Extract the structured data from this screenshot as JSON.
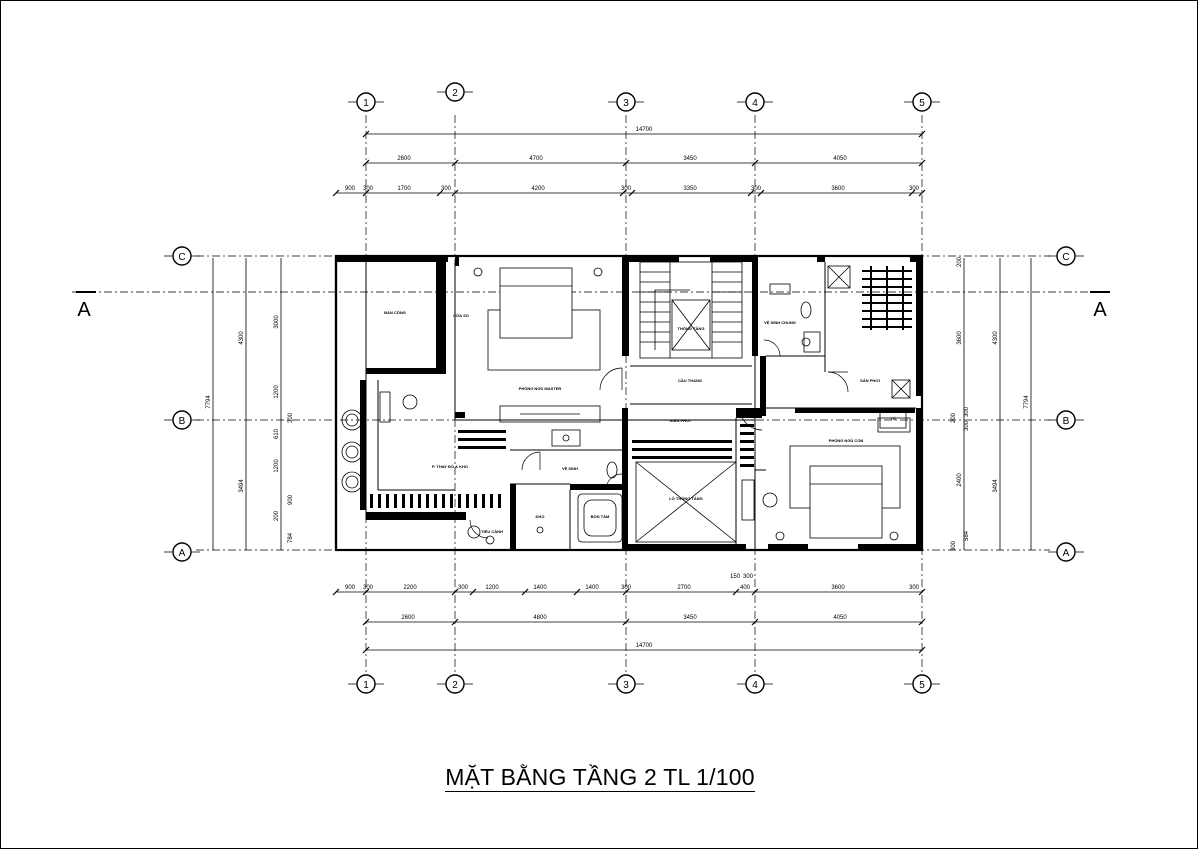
{
  "drawing": {
    "title": "MẶT BẰNG TẦNG 2 TL 1/100",
    "section_marks": [
      "A",
      "A"
    ],
    "axes_x": [
      "1",
      "2",
      "3",
      "4",
      "5"
    ],
    "axes_y": [
      "C",
      "B",
      "A"
    ],
    "dims_top": {
      "overall": "14700",
      "bays": [
        "2600",
        "4700",
        "3450",
        "4050"
      ],
      "details": [
        "900",
        "300",
        "1700",
        "300",
        "4200",
        "300",
        "3350",
        "300",
        "3600",
        "300"
      ]
    },
    "dims_bottom": {
      "overall": "14700",
      "bays": [
        "2600",
        "4800",
        "3450",
        "4050"
      ],
      "details": [
        "900",
        "300",
        "2200",
        "300",
        "1200",
        "1400",
        "1400",
        "300",
        "2700",
        "150",
        "300",
        "400",
        "3600",
        "300"
      ]
    },
    "dims_left": {
      "overall": "7794",
      "spans": [
        "4300",
        "3494"
      ],
      "details": [
        "3000",
        "1200",
        "300",
        "610",
        "1200",
        "900",
        "200",
        "784"
      ]
    },
    "dims_right": {
      "overall": "7794",
      "spans": [
        "4300",
        "3494"
      ],
      "details": [
        "200",
        "3600",
        "200",
        "300",
        "300",
        "2400",
        "300",
        "584"
      ]
    },
    "rooms": [
      {
        "label": "BAN CÔNG"
      },
      {
        "label": "CỬA SỔ"
      },
      {
        "label": "PHÒNG NGỦ MASTER"
      },
      {
        "label": "P. THAY ĐỒ & KHO"
      },
      {
        "label": "VỆ SINH"
      },
      {
        "label": "KHO"
      },
      {
        "label": "BỒN TẮM"
      },
      {
        "label": "TIỂU CẢNH"
      },
      {
        "label": "LỖ THÔNG TẦNG"
      },
      {
        "label": "CẦU THANG"
      },
      {
        "label": "THÔNG TẦNG"
      },
      {
        "label": "VỆ SINH CHUNG"
      },
      {
        "label": "SÂN PHƠI"
      },
      {
        "label": "PHÒNG NGỦ CON"
      },
      {
        "label": "GIÀN PHƠI"
      },
      {
        "label": "TỦ"
      }
    ]
  }
}
